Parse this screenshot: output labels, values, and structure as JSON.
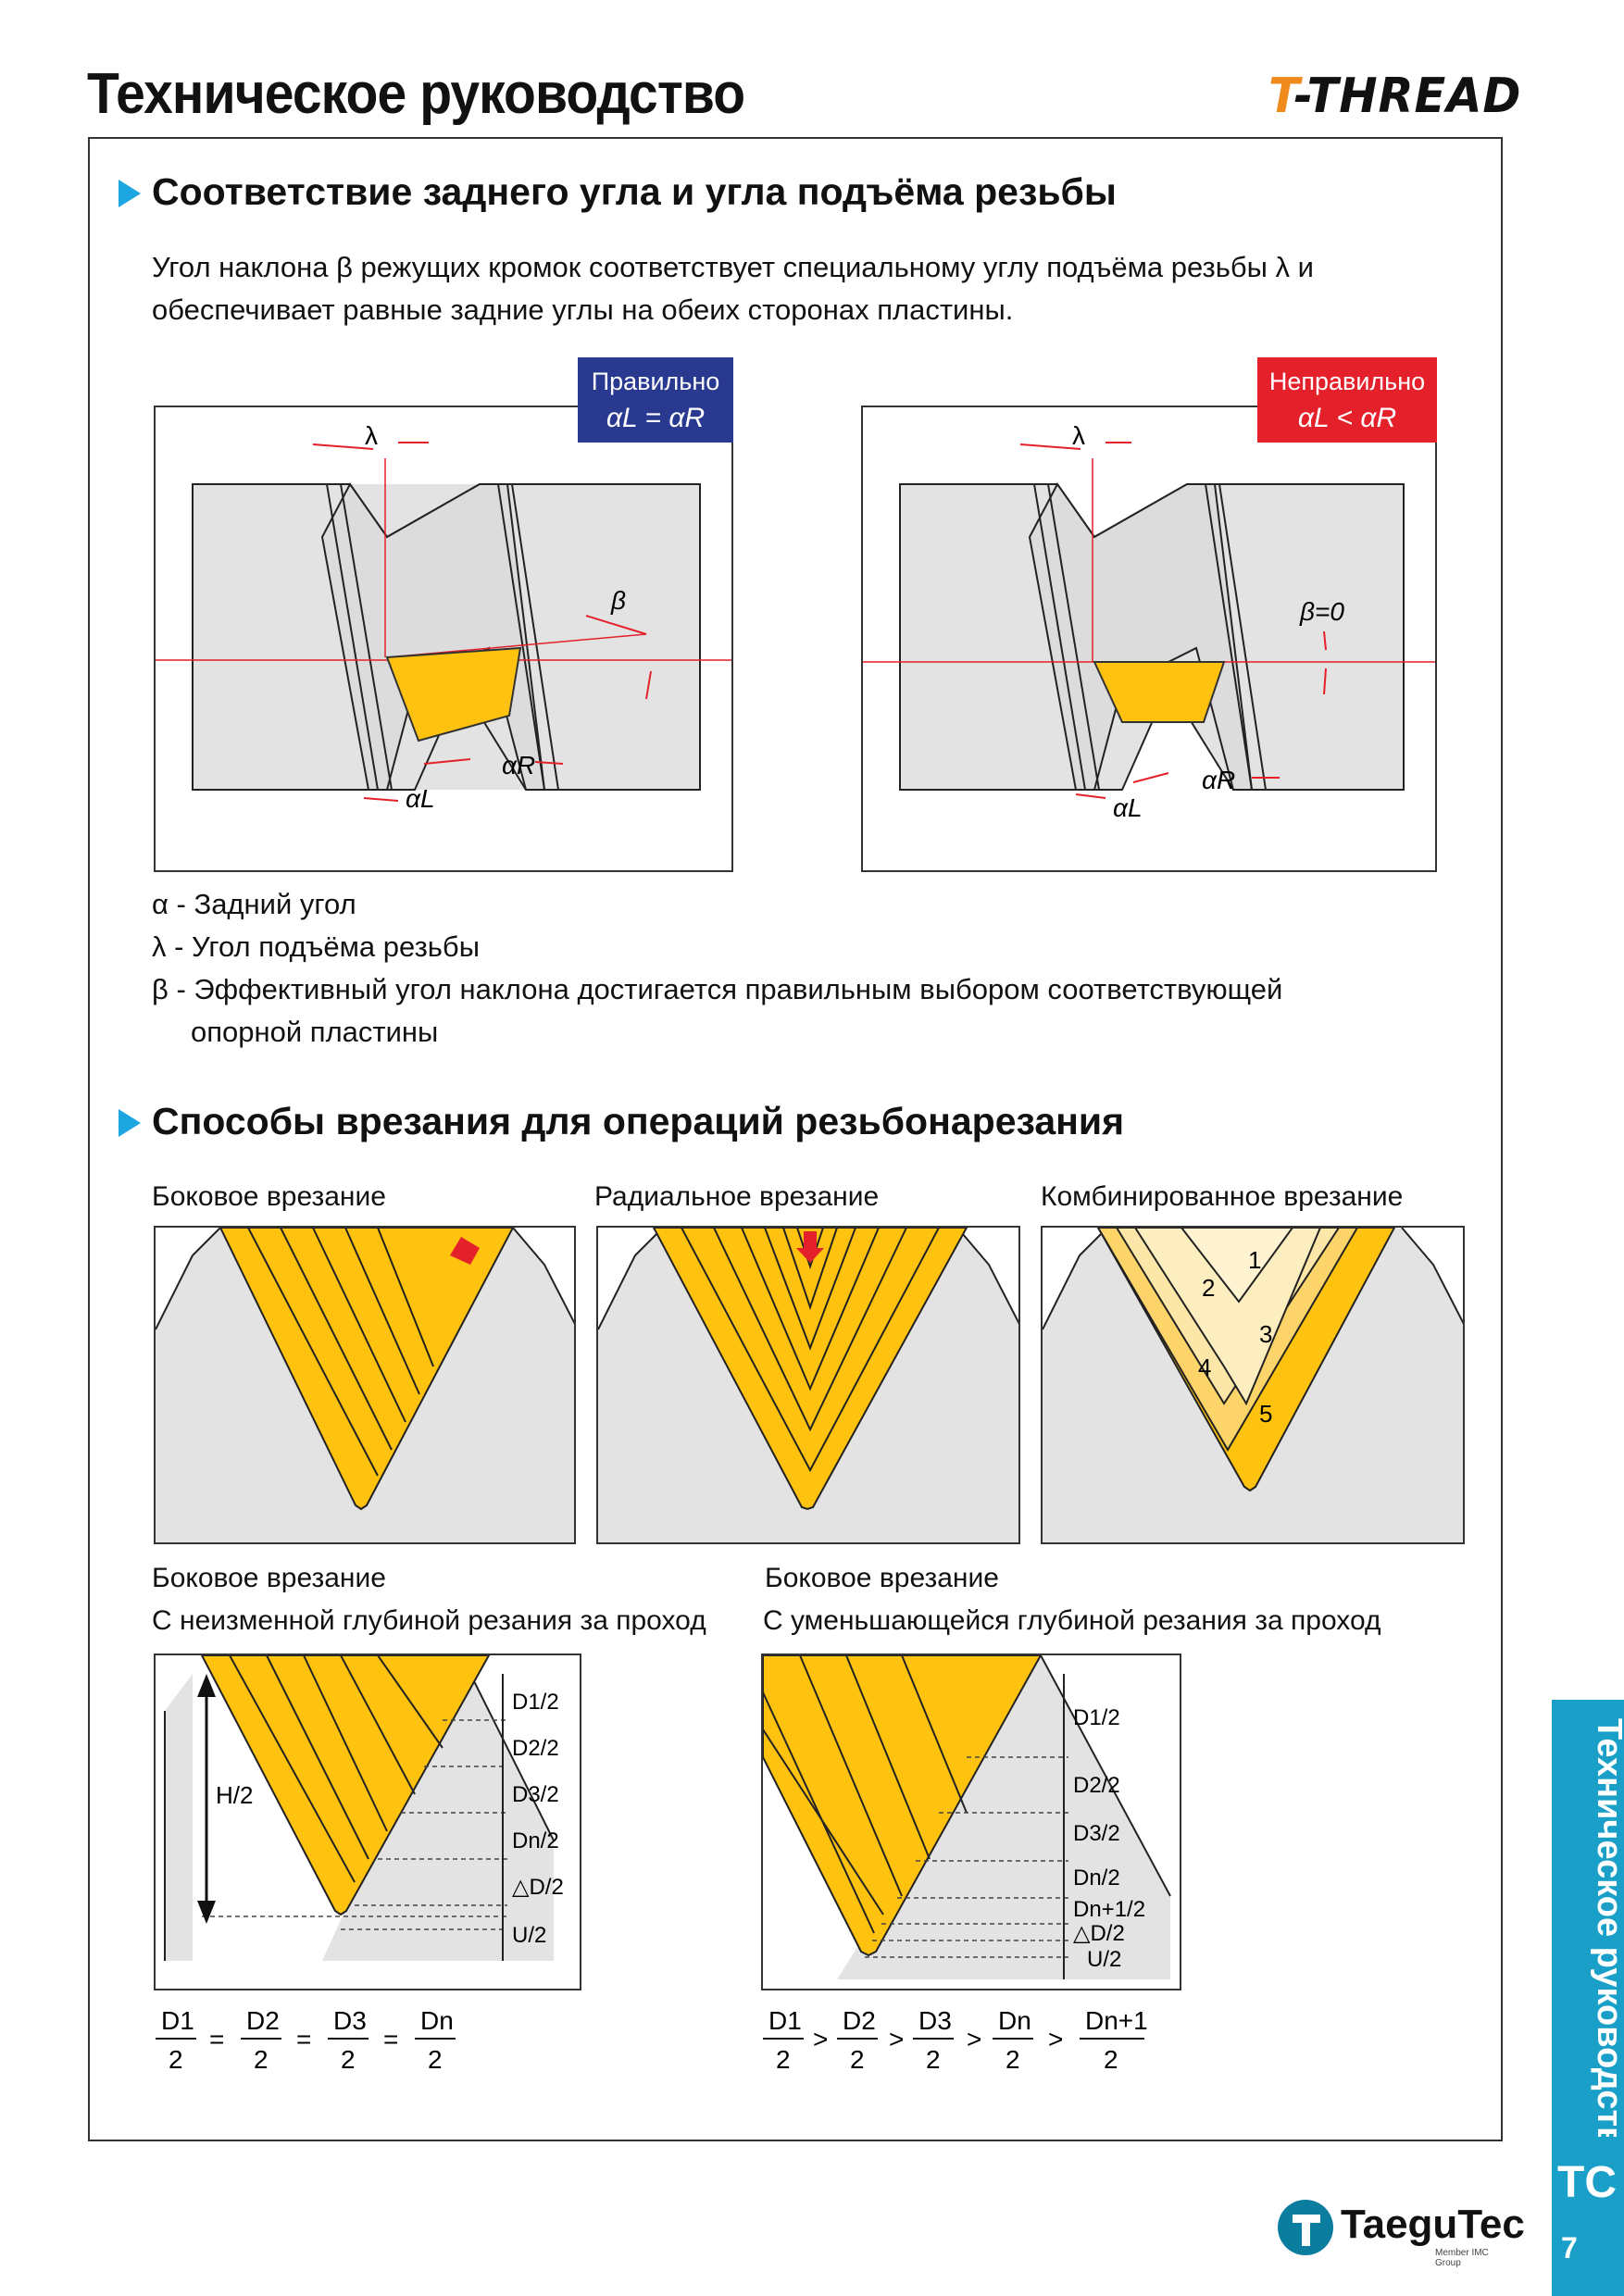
{
  "header": {
    "title": "Техническое руководство",
    "brand_t": "T",
    "brand_rest": "-THREAD"
  },
  "section1": {
    "title": "Соответствие заднего угла и угла подъёма резьбы",
    "text_line1": "Угол наклона β режущих кромок соответствует специальному углу подъёма резьбы λ и",
    "text_line2": "обеспечивает равные задние углы на обеих сторонах пластины.",
    "correct": {
      "badge_title": "Правильно",
      "badge_formula": "αL = αR",
      "color": "#2a3990"
    },
    "incorrect": {
      "badge_title": "Неправильно",
      "badge_formula": "αL < αR",
      "color": "#e4202a"
    },
    "diagram_labels": {
      "lambda": "λ",
      "beta": "β",
      "beta_zero": "β=0",
      "alpha_l": "αL",
      "alpha_r": "αR"
    },
    "legend": [
      "α - Задний угол",
      "λ - Угол подъёма резьбы",
      "β - Эффективный угол наклона достигается правильным выбором соответствующей",
      "опорной пластины"
    ]
  },
  "section2": {
    "title": "Способы врезания для операций резьбонарезания",
    "methods": [
      {
        "label": "Боковое врезание"
      },
      {
        "label": "Радиальное врезание"
      },
      {
        "label": "Комбинированное врезание"
      }
    ],
    "combined_numbers": [
      "1",
      "2",
      "3",
      "4",
      "5"
    ],
    "constant": {
      "title": "Боковое врезание",
      "subtitle": "С неизменной глубиной резания за проход",
      "dims": [
        "D1/2",
        "D2/2",
        "D3/2",
        "Dn/2",
        "△D/2",
        "U/2"
      ],
      "h_label": "H/2",
      "formula": [
        "D1",
        "D2",
        "D3",
        "Dn"
      ],
      "formula_den": "2",
      "op": "="
    },
    "decreasing": {
      "title": "Боковое врезание",
      "subtitle": "С уменьшающейся глубиной резания за проход",
      "dims": [
        "D1/2",
        "D2/2",
        "D3/2",
        "Dn/2",
        "Dn+1/2",
        "△D/2",
        "U/2"
      ],
      "formula": [
        "D1",
        "D2",
        "D3",
        "Dn",
        "Dn+1"
      ],
      "formula_den": "2",
      "op": ">"
    }
  },
  "side_tab": {
    "text": "Техническое руководство",
    "code": "TC",
    "page": "7"
  },
  "footer": {
    "logo": "TaeguTec",
    "logo_sub": "Member IMC Group"
  },
  "colors": {
    "accent": "#1da6df",
    "insert": "#ffc20e",
    "tab": "#1aa0c8",
    "arrow": "#e4202a"
  }
}
